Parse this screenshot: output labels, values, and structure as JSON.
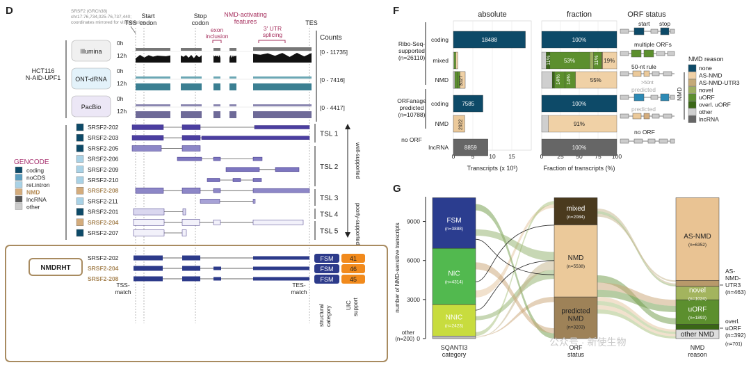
{
  "panel_labels": {
    "d": "D",
    "f": "F",
    "g": "G"
  },
  "panel_d": {
    "ref": [
      "SRSF2 (GRCh38)",
      "chr17:76,734,025-76,737,440;",
      "coordinates mirrored for visualization"
    ],
    "feature_labels": {
      "tss": "TSS",
      "start": [
        "Start",
        "codon"
      ],
      "stop": [
        "Stop",
        "codon"
      ],
      "nmd_features": [
        "NMD-activating",
        "features"
      ],
      "exon_inclusion": [
        "exon",
        "inclusion"
      ],
      "utr_splicing": [
        "3' UTR",
        "splicing"
      ],
      "tes": "TES"
    },
    "counts_title": "Counts",
    "cell_line": [
      "HCT116",
      "N-AID-UPF1"
    ],
    "tracks": [
      {
        "platform": "Illumina",
        "rows": [
          "0h",
          "12h"
        ],
        "range": "[0 - 11735]",
        "box_color": "#f0f0f0",
        "c0": "#777777",
        "c12": "#111111"
      },
      {
        "platform": "ONT-dRNA",
        "rows": [
          "0h",
          "12h"
        ],
        "range": "[0 - 7416]",
        "box_color": "#e3f2fa",
        "c0": "#6ba7b4",
        "c12": "#3b7f92"
      },
      {
        "platform": "PacBio",
        "rows": [
          "0h",
          "12h"
        ],
        "range": "[0 - 4417]",
        "box_color": "#ece7f6",
        "c0": "#8a86b0",
        "c12": "#6e6a98"
      }
    ],
    "gencode_title": "GENCODE",
    "gencode_legend": [
      {
        "label": "coding",
        "color": "#0d4a68"
      },
      {
        "label": "noCDS",
        "color": "#5b9ec0"
      },
      {
        "label": "ret.intron",
        "color": "#a9d2e6"
      },
      {
        "label": "NMD",
        "color": "#d4ac7c"
      },
      {
        "label": "lncRNA",
        "color": "#555555"
      },
      {
        "label": "other",
        "color": "#cccccc"
      }
    ],
    "transcripts": [
      {
        "name": "SRSF2-202",
        "color": "#0d4a68",
        "label_color": "#222222"
      },
      {
        "name": "SRSF2-203",
        "color": "#0d4a68",
        "label_color": "#222222"
      },
      {
        "name": "SRSF2-205",
        "color": "#0d4a68",
        "label_color": "#222222"
      },
      {
        "name": "SRSF2-206",
        "color": "#a9d2e6",
        "label_color": "#222222"
      },
      {
        "name": "SRSF2-209",
        "color": "#a9d2e6",
        "label_color": "#222222"
      },
      {
        "name": "SRSF2-210",
        "color": "#a9d2e6",
        "label_color": "#222222"
      },
      {
        "name": "SRSF2-208",
        "color": "#d4ac7c",
        "label_color": "#a88656"
      },
      {
        "name": "SRSF2-211",
        "color": "#a9d2e6",
        "label_color": "#222222"
      },
      {
        "name": "SRSF2-201",
        "color": "#0d4a68",
        "label_color": "#222222"
      },
      {
        "name": "SRSF2-204",
        "color": "#d4ac7c",
        "label_color": "#a88656"
      },
      {
        "name": "SRSF2-207",
        "color": "#0d4a68",
        "label_color": "#222222"
      }
    ],
    "tsl_labels": [
      "TSL 1",
      "TSL 2",
      "TSL 3",
      "TSL 4",
      "TSL 5"
    ],
    "support_labels": {
      "well": [
        "well-",
        "supported"
      ],
      "poor": [
        "poorly-",
        "supported"
      ]
    },
    "nmdrht": {
      "title": "NMDRHT",
      "rows": [
        {
          "name": "SRSF2-202",
          "label_color": "#222222",
          "category": "FSM",
          "uic": "41"
        },
        {
          "name": "SRSF2-204",
          "label_color": "#a88656",
          "category": "FSM",
          "uic": "46"
        },
        {
          "name": "SRSF2-208",
          "label_color": "#a88656",
          "category": "FSM",
          "uic": "45"
        }
      ],
      "tss_match": [
        "TSS-",
        "match"
      ],
      "tes_match": [
        "TES-",
        "match"
      ],
      "col_labels": {
        "structural": [
          "structural",
          "category"
        ],
        "uic": [
          "UIC",
          "support"
        ]
      }
    }
  },
  "panel_f": {
    "headers": {
      "absolute": "absolute",
      "fraction": "fraction",
      "orf_status": "ORF status"
    },
    "orf_feature_labels": {
      "start": "start",
      "stop": "stop"
    },
    "groups": [
      {
        "lines": [
          "Ribo-Seq-",
          "supported",
          "(n=26110)"
        ]
      },
      {
        "lines": [
          "ORFanage",
          "predicted",
          "(n=10788)"
        ]
      }
    ],
    "rows": [
      {
        "label": "coding",
        "abs_label": "18488",
        "frac_label": "100%",
        "orf": ""
      },
      {
        "label": "mixed",
        "abs_label": "",
        "frac_labels": [
          "11%",
          "53%",
          "11%",
          "19%"
        ],
        "orf": "multiple ORFs"
      },
      {
        "label": "NMD",
        "abs_label": "3027",
        "frac_labels": [
          "14%",
          "14%",
          "55%"
        ],
        "orf": "50-nt rule",
        "orf_sub": ">50nt"
      },
      {
        "label": "coding",
        "abs_label": "7585",
        "frac_label": "100%",
        "orf": "predicted"
      },
      {
        "label": "NMD",
        "abs_label": "2922",
        "frac_label": "91%",
        "orf": "predicted"
      },
      {
        "label": "lncRNA",
        "abs_label": "8859",
        "frac_label": "100%",
        "orf": "no ORF"
      }
    ],
    "no_orf_label": "no ORF",
    "abs_xlabel": "Transcripts (x 10³)",
    "frac_xlabel": "Fraction of transcripts (%)",
    "abs_ticks": [
      "0",
      "5",
      "10",
      "15"
    ],
    "frac_ticks": [
      "0",
      "25",
      "50",
      "75",
      "100"
    ],
    "legend_title": "NMD reason",
    "legend_side": "NMD",
    "legend": [
      {
        "label": "none",
        "color": "#0d4a68"
      },
      {
        "label": "AS-NMD",
        "color": "#f0d1a6"
      },
      {
        "label": "AS-NMD-UTR3",
        "color": "#c4aa78"
      },
      {
        "label": "novel",
        "color": "#9eaf62"
      },
      {
        "label": "uORF",
        "color": "#5c8f2e"
      },
      {
        "label": "overl. uORF",
        "color": "#3a6616"
      },
      {
        "label": "other",
        "color": "#cfcfcf"
      },
      {
        "label": "lncRNA",
        "color": "#666666"
      }
    ]
  },
  "chart_data": {
    "type": "bar",
    "title": "absolute",
    "xlabel": "Transcripts (x 10³)",
    "xlim": [
      0,
      20
    ],
    "orientation": "horizontal",
    "categories": [
      "coding (Ribo-Seq)",
      "mixed (Ribo-Seq)",
      "NMD (Ribo-Seq)",
      "coding (ORFanage)",
      "NMD (ORFanage)",
      "lncRNA (no ORF)"
    ],
    "values": [
      18.488,
      1.1,
      3.027,
      7.585,
      2.922,
      8.859
    ],
    "fraction_panel": {
      "title": "fraction",
      "xlabel": "Fraction of transcripts (%)",
      "xlim": [
        0,
        100
      ],
      "labels": {
        "coding (Ribo-Seq)": [
          "100%"
        ],
        "mixed (Ribo-Seq)": [
          "11%",
          "53%",
          "11%",
          "19%"
        ],
        "NMD (Ribo-Seq)": [
          "14%",
          "14%",
          "55%"
        ],
        "coding (ORFanage)": [
          "100%"
        ],
        "NMD (ORFanage)": [
          "91%"
        ],
        "lncRNA (no ORF)": [
          "100%"
        ]
      }
    }
  },
  "panel_g": {
    "ylabel": "number of NMD-sensitive transcripts",
    "yticks": [
      "0",
      "3000",
      "6000",
      "9000"
    ],
    "axis_labels": [
      [
        "SQANTI3",
        "category"
      ],
      [
        "ORF",
        "status"
      ],
      [
        "NMD",
        "reason"
      ]
    ],
    "sqanti": [
      {
        "label": "FSM",
        "n": "(n=3888)",
        "value": 3888,
        "color": "#2b3d8f",
        "text_color": "#ffffff"
      },
      {
        "label": "NIC",
        "n": "(n=4314)",
        "value": 4314,
        "color": "#52b94f",
        "text_color": "#ffffff"
      },
      {
        "label": "NNIC",
        "n": "(n=2423)",
        "value": 2423,
        "color": "#c8dc3e",
        "text_color": "#ffffff"
      },
      {
        "label": "other",
        "n": "(n=200)",
        "value": 200,
        "color": "#bbbbbb",
        "text_color": "#222222"
      }
    ],
    "orf": [
      {
        "label": "mixed",
        "n": "(n=2084)",
        "value": 2084,
        "color": "#4a3a1e",
        "text_color": "#ffffff"
      },
      {
        "label": "NMD",
        "n": "(n=5538)",
        "value": 5538,
        "color": "#ebc99a",
        "text_color": "#222222"
      },
      {
        "label": "predicted NMD",
        "label_lines": [
          "predicted",
          "NMD"
        ],
        "n": "(n=3203)",
        "value": 3203,
        "color": "#9e8258",
        "text_color": "#222222"
      }
    ],
    "reason": [
      {
        "label": "AS-NMD",
        "n": "(n=6352)",
        "value": 6352,
        "color": "#e9c393",
        "text_color": "#222222"
      },
      {
        "label": "AS-NMD-UTR3",
        "value": 463,
        "color": "#b8996a",
        "text_color": "#222222"
      },
      {
        "label": "novel",
        "n": "(n=1024)",
        "value": 1024,
        "color": "#a3b45e",
        "text_color": "#ffffff"
      },
      {
        "label": "uORF",
        "n": "(n=1893)",
        "value": 1893,
        "color": "#5c8f2e",
        "text_color": "#ffffff"
      },
      {
        "label": "overl. uORF",
        "value": 392,
        "color": "#3a6616",
        "text_color": "#ffffff"
      },
      {
        "label": "other NMD",
        "value": 701,
        "color": "#dddddd",
        "text_color": "#222222"
      }
    ],
    "outside_labels": {
      "other_sq": [
        "other",
        "(n=200)"
      ],
      "as_utr3": [
        "AS-",
        "NMD-",
        "UTR3",
        "(n=463)"
      ],
      "overl": [
        "overl.",
        "uORF",
        "(n=392)"
      ],
      "other_nmd": "(n=701)"
    }
  },
  "watermark": "公众号 · 新使生物"
}
